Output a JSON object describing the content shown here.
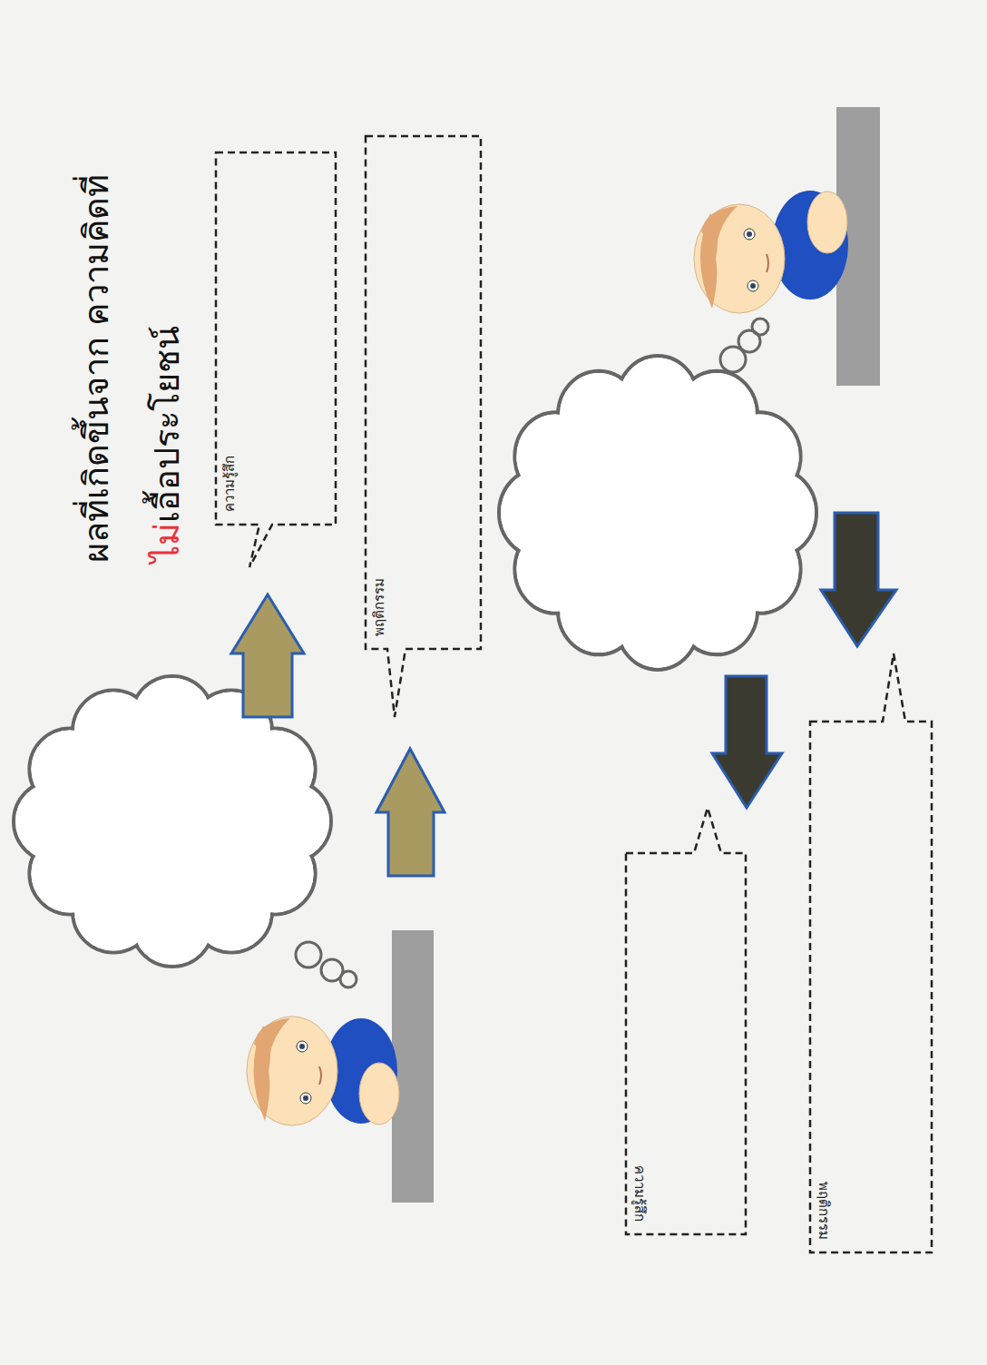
{
  "diagram": {
    "title": "ผลที่เกิดขึ้นจาก ความคิดที่ไม่เอื้อประโยชน์",
    "nodes": [
      {
        "text": [
          "ความรู้สึก"
        ]
      },
      {
        "text": [
          "พฤติกรรม"
        ]
      },
      {
        "text": [
          "ความรู้สึก"
        ]
      },
      {
        "text": [
          "พฤติกรรม"
        ]
      }
    ]
  }
}
